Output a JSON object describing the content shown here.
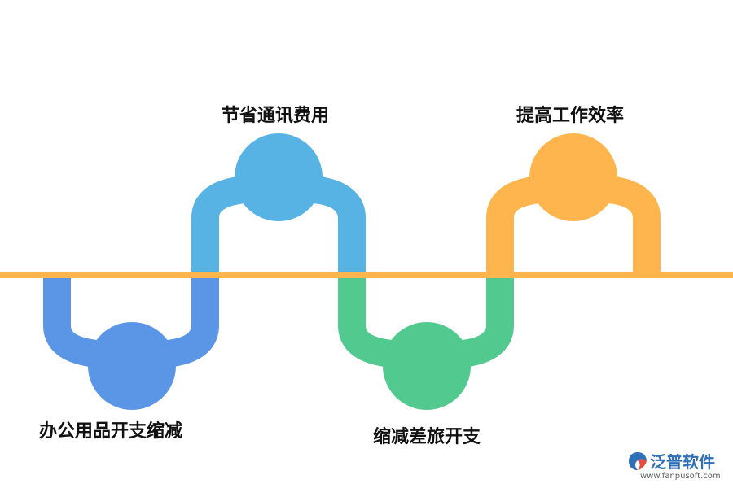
{
  "diagram": {
    "steps": [
      {
        "label": "办公用品开支缩减",
        "color": "#5b96e6",
        "position": "below"
      },
      {
        "label": "节省通讯费用",
        "color": "#56b3e3",
        "position": "above"
      },
      {
        "label": "缩减差旅开支",
        "color": "#52c98e",
        "position": "below"
      },
      {
        "label": "提高工作效率",
        "color": "#ffb54e",
        "position": "above"
      }
    ],
    "axis_color": "#ffb54e"
  },
  "logo": {
    "name": "泛普软件",
    "url": "www.fanpusoft.com",
    "color": "#2f6fb8"
  }
}
